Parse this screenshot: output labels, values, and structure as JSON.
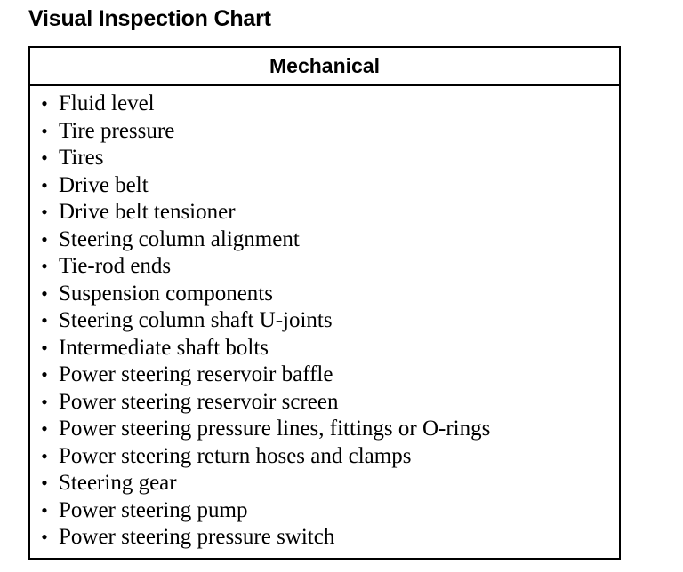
{
  "document": {
    "title": "Visual Inspection Chart",
    "table": {
      "header": "Mechanical",
      "bullet": "•",
      "items": [
        "Fluid level",
        "Tire pressure",
        "Tires",
        "Drive belt",
        "Drive belt tensioner",
        "Steering column alignment",
        "Tie-rod ends",
        "Suspension components",
        "Steering column shaft U-joints",
        "Intermediate shaft bolts",
        "Power steering reservoir baffle",
        "Power steering reservoir screen",
        "Power steering pressure lines, fittings or O-rings",
        "Power steering return hoses and clamps",
        "Steering gear",
        "Power steering pump",
        "Power steering pressure switch"
      ]
    }
  }
}
